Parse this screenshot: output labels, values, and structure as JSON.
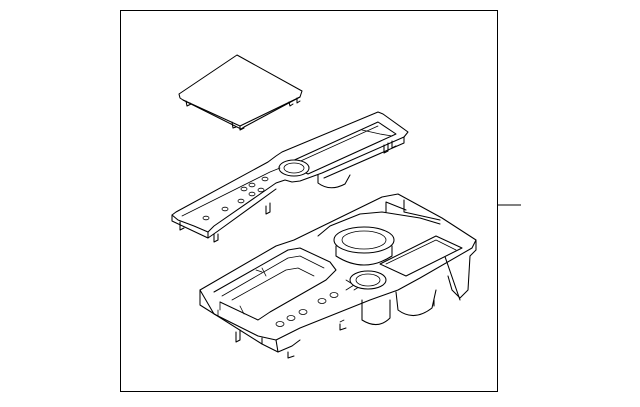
{
  "diagram": {
    "parts": [
      {
        "name": "lid-panel"
      },
      {
        "name": "upper-trim-panel"
      },
      {
        "name": "console-base-tray"
      }
    ],
    "callouts": [
      {
        "target": "assembly-frame"
      }
    ]
  }
}
